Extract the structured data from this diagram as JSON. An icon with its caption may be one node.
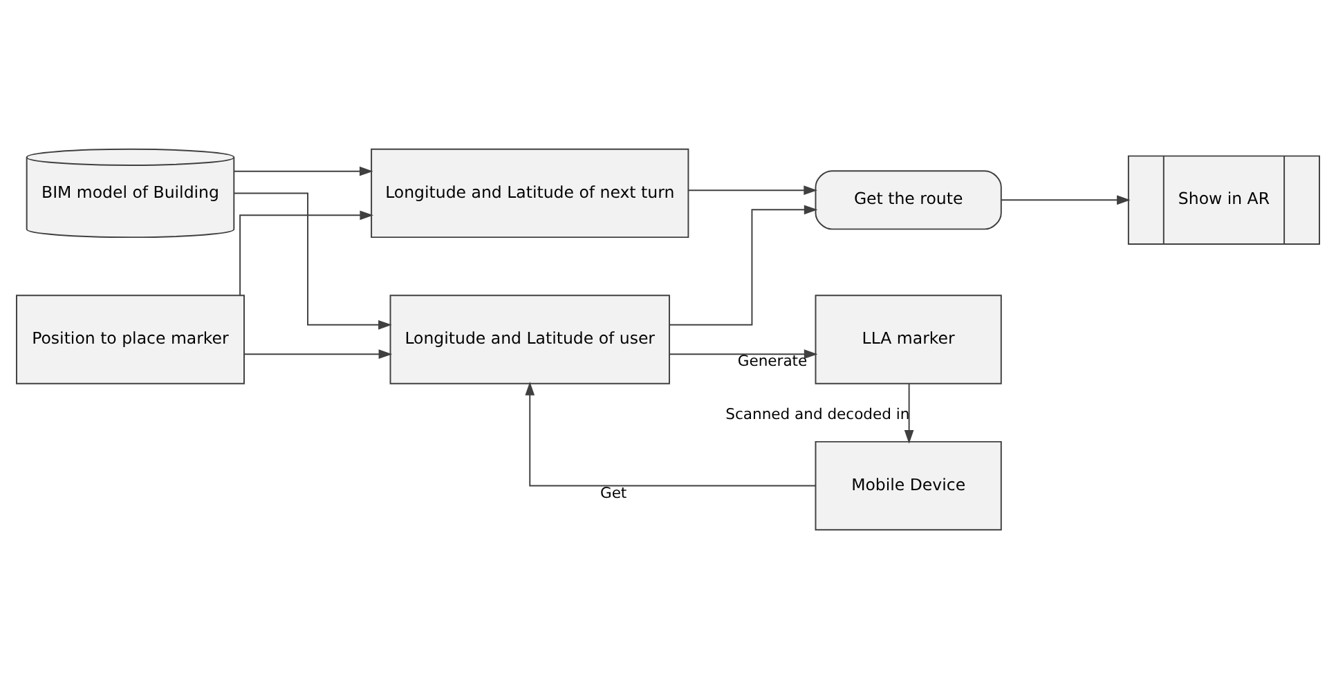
{
  "diagram": {
    "nodes": [
      {
        "text": [
          "BIM model of Building"
        ]
      },
      {
        "text": [
          "Position to place marker"
        ]
      },
      {
        "text": [
          "Longitude and Latitude of next turn"
        ]
      },
      {
        "text": [
          "Longitude and Latitude of user"
        ]
      },
      {
        "text": [
          "Get the route"
        ]
      },
      {
        "text": [
          "Show in AR"
        ]
      },
      {
        "text": [
          "LLA marker"
        ]
      },
      {
        "text": [
          "Mobile Device"
        ]
      }
    ],
    "edges": [
      {
        "from": 0,
        "to": 2,
        "arrow": "to"
      },
      {
        "from": 0,
        "to": 3,
        "arrow": "to"
      },
      {
        "from": 1,
        "to": 2,
        "arrow": "to"
      },
      {
        "from": 1,
        "to": 3,
        "arrow": "to"
      },
      {
        "from": 2,
        "to": 4,
        "arrow": "to"
      },
      {
        "from": 3,
        "to": 4,
        "arrow": "to"
      },
      {
        "from": 4,
        "to": 5,
        "arrow": "to"
      },
      {
        "from": 3,
        "to": 6,
        "label": "Generate",
        "arrow": "to"
      },
      {
        "from": 6,
        "to": 7,
        "label": "Scanned and decoded in",
        "arrow": "to"
      },
      {
        "from": 7,
        "to": 3,
        "label": "Get",
        "arrow": "to"
      }
    ]
  }
}
